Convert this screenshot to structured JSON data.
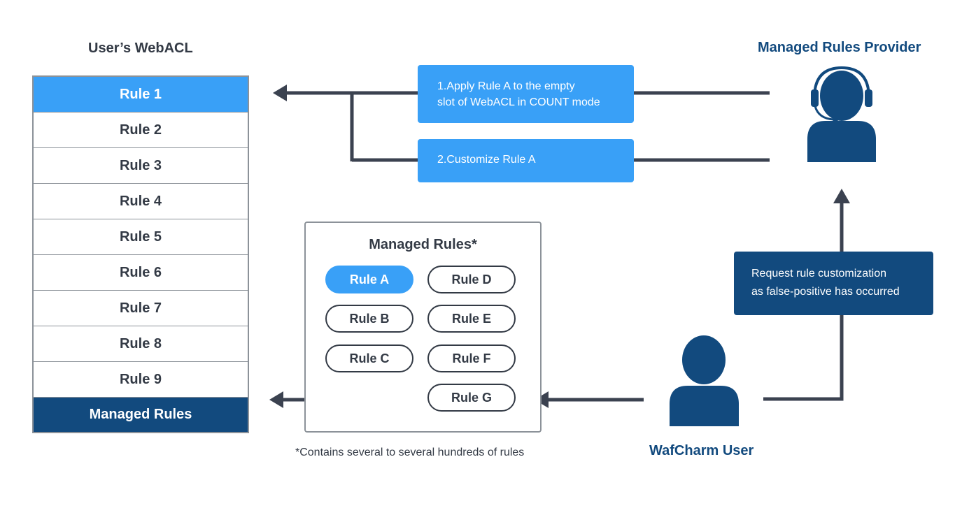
{
  "webacl": {
    "title": "User’s WebACL",
    "rows": [
      "Rule 1",
      "Rule 2",
      "Rule 3",
      "Rule 4",
      "Rule 5",
      "Rule 6",
      "Rule 7",
      "Rule 8",
      "Rule 9"
    ],
    "managed_row": "Managed Rules"
  },
  "provider": {
    "title": "Managed Rules Provider"
  },
  "steps": {
    "step1_line1": "1.Apply Rule A to the empty",
    "step1_line2": "slot of WebACL in COUNT mode",
    "step2": "2.Customize Rule A"
  },
  "request": {
    "line1": "Request rule customization",
    "line2": "as false-positive has occurred"
  },
  "managed_rules": {
    "title": "Managed Rules*",
    "rules": [
      "Rule A",
      "Rule B",
      "Rule C",
      "Rule D",
      "Rule E",
      "Rule F",
      "Rule G"
    ],
    "footnote": "*Contains several to several hundreds of rules"
  },
  "user": {
    "title": "WafCharm User"
  },
  "colors": {
    "accent_blue": "#39a0f7",
    "dark_blue": "#124a7e",
    "line_gray": "#3b4250",
    "text_dark": "#333a45"
  }
}
